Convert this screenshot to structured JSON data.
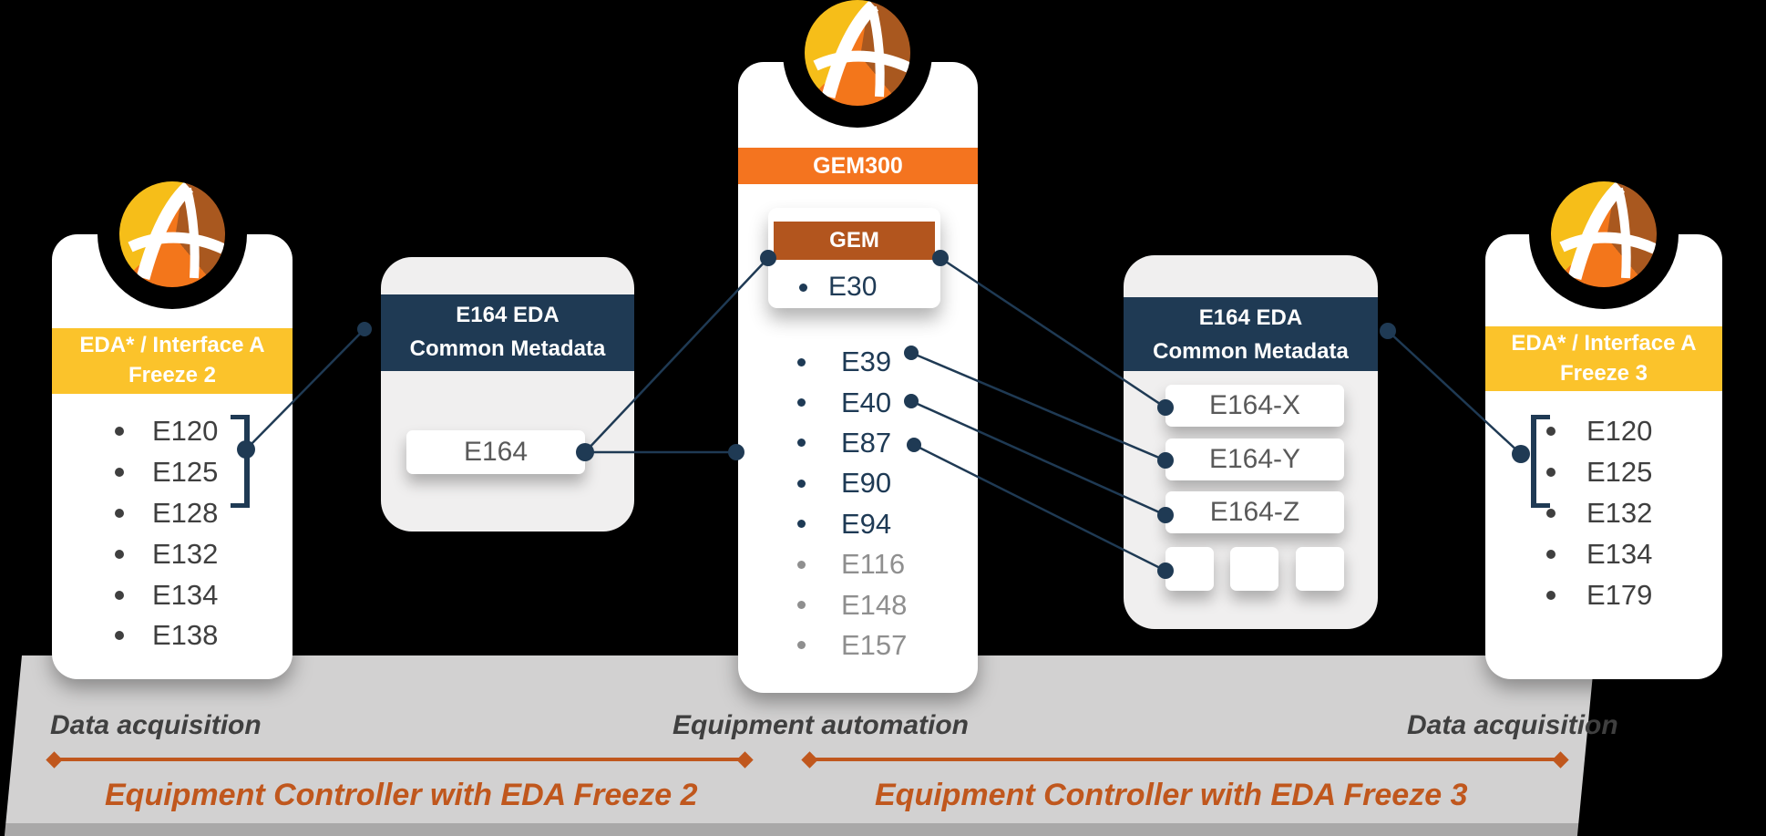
{
  "diagram": {
    "cards": {
      "eda_freeze2": {
        "header": [
          "EDA* / Interface A",
          "Freeze 2"
        ],
        "items": [
          "E120",
          "E125",
          "E128",
          "E132",
          "E134",
          "E138"
        ]
      },
      "e164_left": {
        "header": [
          "E164 EDA",
          "Common Metadata"
        ],
        "box_label": "E164"
      },
      "gem300": {
        "header": "GEM300",
        "gem": {
          "header": "GEM",
          "item": "E30"
        },
        "items_active": [
          "E39",
          "E40",
          "E87",
          "E90",
          "E94"
        ],
        "items_inactive": [
          "E116",
          "E148",
          "E157"
        ]
      },
      "e164_right": {
        "header": [
          "E164 EDA",
          "Common Metadata"
        ],
        "boxes": [
          "E164-X",
          "E164-Y",
          "E164-Z"
        ],
        "empty_box_count": 3
      },
      "eda_freeze3": {
        "header": [
          "EDA* / Interface A",
          "Freeze 3"
        ],
        "items": [
          "E120",
          "E125",
          "E132",
          "E134",
          "E179"
        ]
      }
    },
    "connections": [
      {
        "from": "eda-freeze2:E120+E125",
        "to": "e164-common-metadata-left"
      },
      {
        "from": "e164-common-metadata-left:E164",
        "to": "gem300:GEM"
      },
      {
        "from": "e164-common-metadata-left:E164",
        "to": "gem300"
      },
      {
        "from": "gem300:GEM",
        "to": "e164-common-metadata-right:E164-X"
      },
      {
        "from": "gem300:E39",
        "to": "e164-common-metadata-right:E164-Y"
      },
      {
        "from": "gem300:E40",
        "to": "e164-common-metadata-right:E164-Z"
      },
      {
        "from": "gem300:E87",
        "to": "e164-common-metadata-right:empty-box-1"
      },
      {
        "from": "e164-common-metadata-right",
        "to": "eda-freeze3:E120+E125"
      }
    ],
    "footer": {
      "zone_labels": [
        "Data acquisition",
        "Equipment automation",
        "Data acquisition"
      ],
      "arrow_labels": [
        "Equipment Controller with EDA Freeze 2",
        "Equipment Controller with EDA Freeze 3"
      ]
    },
    "icons": {
      "logo": "agileo-a-logo"
    },
    "colors": {
      "background": "#000000",
      "yellow_header": "#fbc32b",
      "navy": "#1f3a54",
      "orange_header": "#f4741f",
      "brown_header": "#b2551e",
      "arrow_orange": "#c0571d",
      "inactive_item_gray": "#8f8f8f",
      "slab_gray": "#d2d1d1"
    }
  }
}
